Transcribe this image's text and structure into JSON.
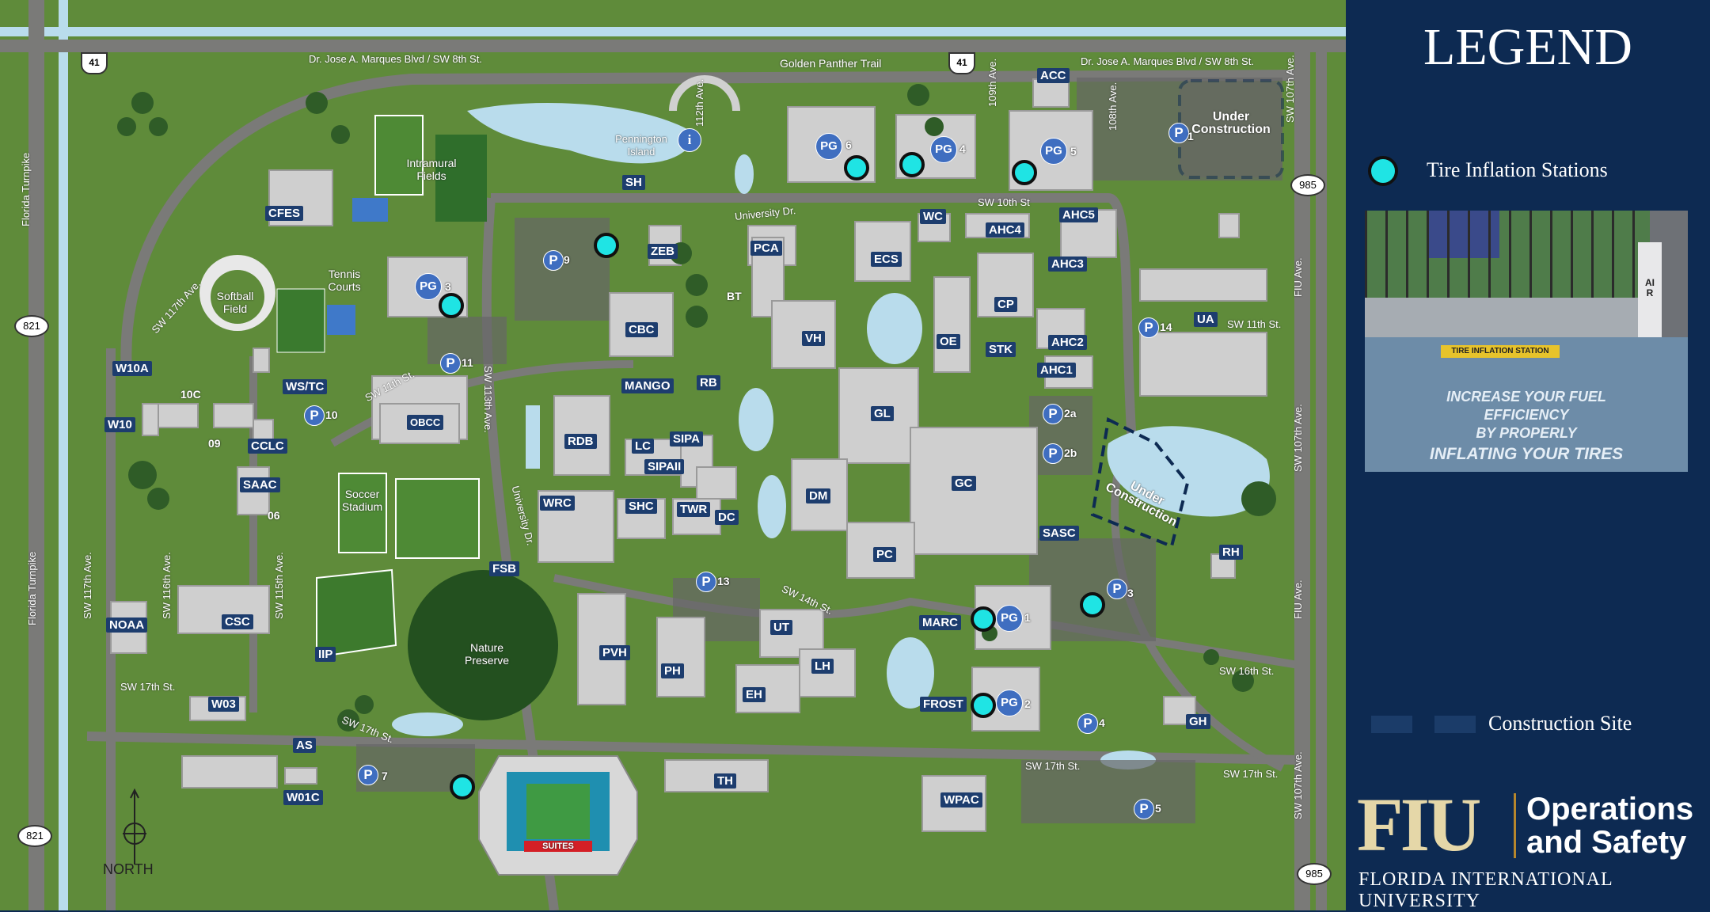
{
  "map": {
    "highway_shields": [
      "41",
      "41"
    ],
    "route_ovals": [
      "821",
      "821",
      "985",
      "985"
    ],
    "streets": [
      "Dr. Jose A. Marques Blvd / SW 8th St.",
      "Golden Panther Trail",
      "Dr. Jose A. Marques Blvd / SW 8th St.",
      "112th Ave.",
      "109th Ave.",
      "108th Ave.",
      "SW 107th Ave.",
      "University Dr.",
      "SW 10th St",
      "SW 117th Ave.",
      "SW 11th St.",
      "SW 113th Ave.",
      "University Dr.",
      "SW 11th St.",
      "FIU Ave.",
      "SW 107th Ave.",
      "Florida Turnpike",
      "Florida Turnpike",
      "SW 117th Ave.",
      "SW 116th Ave.",
      "SW 115th Ave.",
      "SW 17th St.",
      "SW 17th St.",
      "SW 14th St.",
      "SW 16th St.",
      "SW 17th St.",
      "SW 17th St.",
      "SW 107th Ave.",
      "FIU Ave."
    ],
    "areas": [
      "Intramural Fields",
      "Tennis Courts",
      "Softball Field",
      "Pennington Island",
      "Soccer Stadium",
      "Nature Preserve"
    ],
    "under_construction": [
      "Under Construction",
      "Under Construction"
    ],
    "buildings": [
      "CFES",
      "ZEB",
      "PCA",
      "ECS",
      "WC",
      "AHC4",
      "AHC5",
      "AHC3",
      "SH",
      "ACC",
      "CBC",
      "VH",
      "CP",
      "OE",
      "STK",
      "AHC2",
      "AHC1",
      "UA",
      "MANGO",
      "RB",
      "GL",
      "W10A",
      "10C",
      "W10",
      "09",
      "CCLC",
      "WS/TC",
      "OBCC",
      "RDB",
      "LC",
      "SIPA",
      "SIPAII",
      "SAAC",
      "06",
      "WRC",
      "SHC",
      "TWR",
      "DC",
      "DM",
      "GC",
      "SASC",
      "FSB",
      "PC",
      "RH",
      "NOAA",
      "CSC",
      "IIP",
      "PVH",
      "UT",
      "MARC",
      "PH",
      "LH",
      "EH",
      "FROST",
      "GH",
      "W03",
      "AS",
      "W01C",
      "TH",
      "WPAC",
      "BT"
    ],
    "parking": [
      "9",
      "11",
      "10",
      "2a",
      "2b",
      "14",
      "13",
      "3",
      "4",
      "7",
      "5",
      "1"
    ],
    "parking_garages": [
      "6",
      "4",
      "5",
      "3",
      "1",
      "2"
    ],
    "compass_label": "NORTH",
    "stadium_label": "SUITES"
  },
  "legend": {
    "title": "LEGEND",
    "tire_label": "Tire Inflation Stations",
    "construction_label": "Construction Site",
    "photo": {
      "sign_text": "TIRE INFLATION STATION",
      "line1": "INCREASE YOUR FUEL",
      "line2": "EFFICIENCY",
      "line3": "BY PROPERLY",
      "line4": "INFLATING YOUR TIRES",
      "air_text": "AIR"
    },
    "logo": {
      "mark": "FIU",
      "title_line1": "Operations",
      "title_line2": "and Safety",
      "subtitle": "FLORIDA INTERNATIONAL UNIVERSITY"
    }
  },
  "colors": {
    "legend_bg": "#0d2a52",
    "grass": "#5f8b3a",
    "tire_marker": "#1fe4e4",
    "label_bg": "#1d3d6e",
    "parking_blue": "#3f6ec0",
    "fiu_gold": "#b6862c"
  }
}
